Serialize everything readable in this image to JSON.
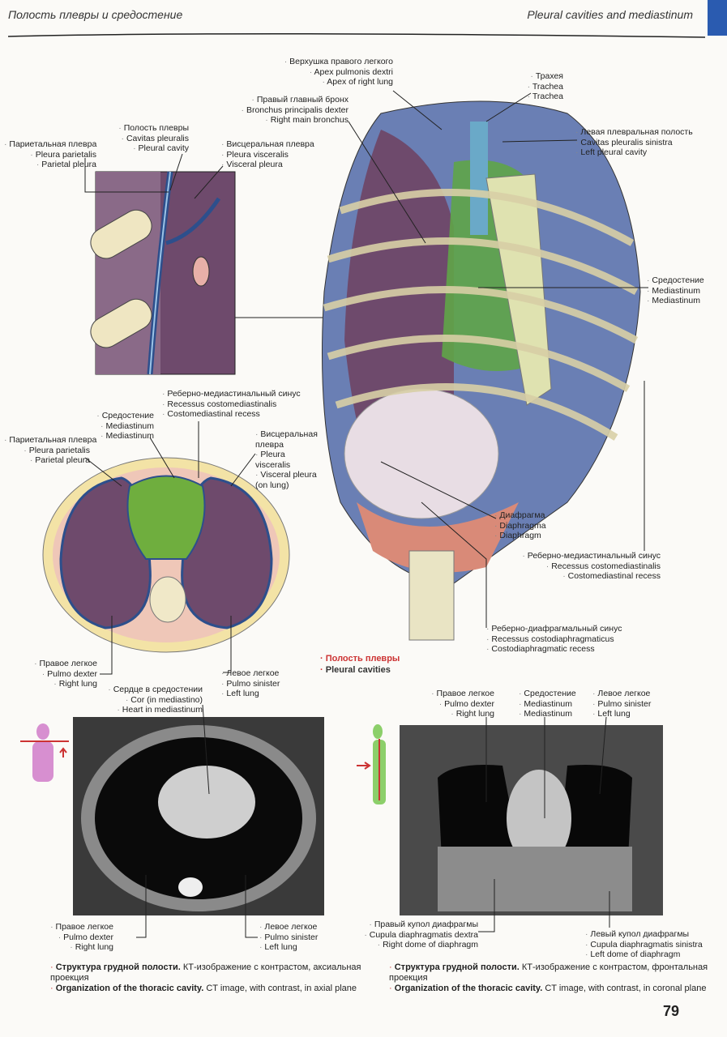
{
  "header": {
    "left": "Полость плевры и средостение",
    "right": "Pleural cavities and mediastinum"
  },
  "labels": {
    "apex": [
      "Верхушка правого легкого",
      "Apex pulmonis dextri",
      "Apex of right lung"
    ],
    "bronchus": [
      "Правый главный бронх",
      "Bronchus principalis dexter",
      "Right main bronchus"
    ],
    "trachea": [
      "Трахея",
      "Trachea",
      "Trachea"
    ],
    "pleural_cavity": [
      "Полость плевры",
      "Cavitas pleuralis",
      "Pleural cavity"
    ],
    "parietal_top": [
      "Париетальная плевра",
      "Pleura parietalis",
      "Parietal pleura"
    ],
    "visceral_top": [
      "Висцеральная плевра",
      "Pleura visceralis",
      "Visceral pleura"
    ],
    "left_cavity": [
      "Левая плевральная полость",
      "Cavitas pleuralis sinistra",
      "Left pleural cavity"
    ],
    "mediastinum_right": [
      "Средостение",
      "Mediastinum",
      "Mediastinum"
    ],
    "costomed_mid": [
      "Реберно-медиастинальный синус",
      "Recessus costomediastinalis",
      "Costomediastinal recess"
    ],
    "mediastinum_mid": [
      "Средостение",
      "Mediastinum",
      "Mediastinum"
    ],
    "parietal_mid": [
      "Париетальная плевра",
      "Pleura parietalis",
      "Parietal pleura"
    ],
    "visceral_mid": [
      "Висцеральная плевра",
      "Pleura visceralis",
      "Visceral pleura (on lung)"
    ],
    "diaphragm": [
      "Диафрагма",
      "Diaphragma",
      "Diaphragm"
    ],
    "costomed_right": [
      "Реберно-медиастинальный синус",
      "Recessus costomediastinalis",
      "Costomediastinal recess"
    ],
    "costodia": [
      "Реберно-диафрагмальный синус",
      "Recessus costodiaphragmaticus",
      "Costodiaphragmatic recess"
    ],
    "right_lung_axial": [
      "Правое легкое",
      "Pulmo dexter",
      "Right lung"
    ],
    "left_lung_axial": [
      "Левое легкое",
      "Pulmo sinister",
      "Left lung"
    ],
    "heart": [
      "Сердце в средостении",
      "Cor (in mediastino)",
      "Heart in mediastinum"
    ],
    "cor_right_lung": [
      "Правое легкое",
      "Pulmo dexter",
      "Right lung"
    ],
    "cor_mediastinum": [
      "Средостение",
      "Mediastinum",
      "Mediastinum"
    ],
    "cor_left_lung": [
      "Левое легкое",
      "Pulmo sinister",
      "Left lung"
    ],
    "ct_right_lung": [
      "Правое легкое",
      "Pulmo dexter",
      "Right lung"
    ],
    "ct_left_lung": [
      "Левое легкое",
      "Pulmo sinister",
      "Left lung"
    ],
    "right_dome": [
      "Правый купол диафрагмы",
      "Cupula diaphragmatis dextra",
      "Right dome of diaphragm"
    ],
    "left_dome": [
      "Левый купол диафрагмы",
      "Cupula diaphragmatis sinistra",
      "Left dome of diaphragm"
    ]
  },
  "legend": {
    "ru": "Полость плевры",
    "en": "Pleural cavities"
  },
  "captions": {
    "axial": {
      "ru_bold": "Структура грудной полости.",
      "ru": " КТ-изображение с контрастом, аксиальная проекция",
      "en_bold": "Organization of the thoracic cavity.",
      "en": " CT image, with contrast, in axial plane"
    },
    "coronal": {
      "ru_bold": "Структура грудной полости.",
      "ru": " КТ-изображение с контрастом, фронтальная проекция",
      "en_bold": "Organization of the thoracic cavity.",
      "en": " CT image, with contrast, in coronal plane"
    }
  },
  "page_number": "79",
  "colors": {
    "lung": "#6e4a6c",
    "mediastinum": "#6fae3e",
    "pleura": "#2d4f8c",
    "accent": "#c8332d",
    "tab": "#2a5bb0"
  }
}
